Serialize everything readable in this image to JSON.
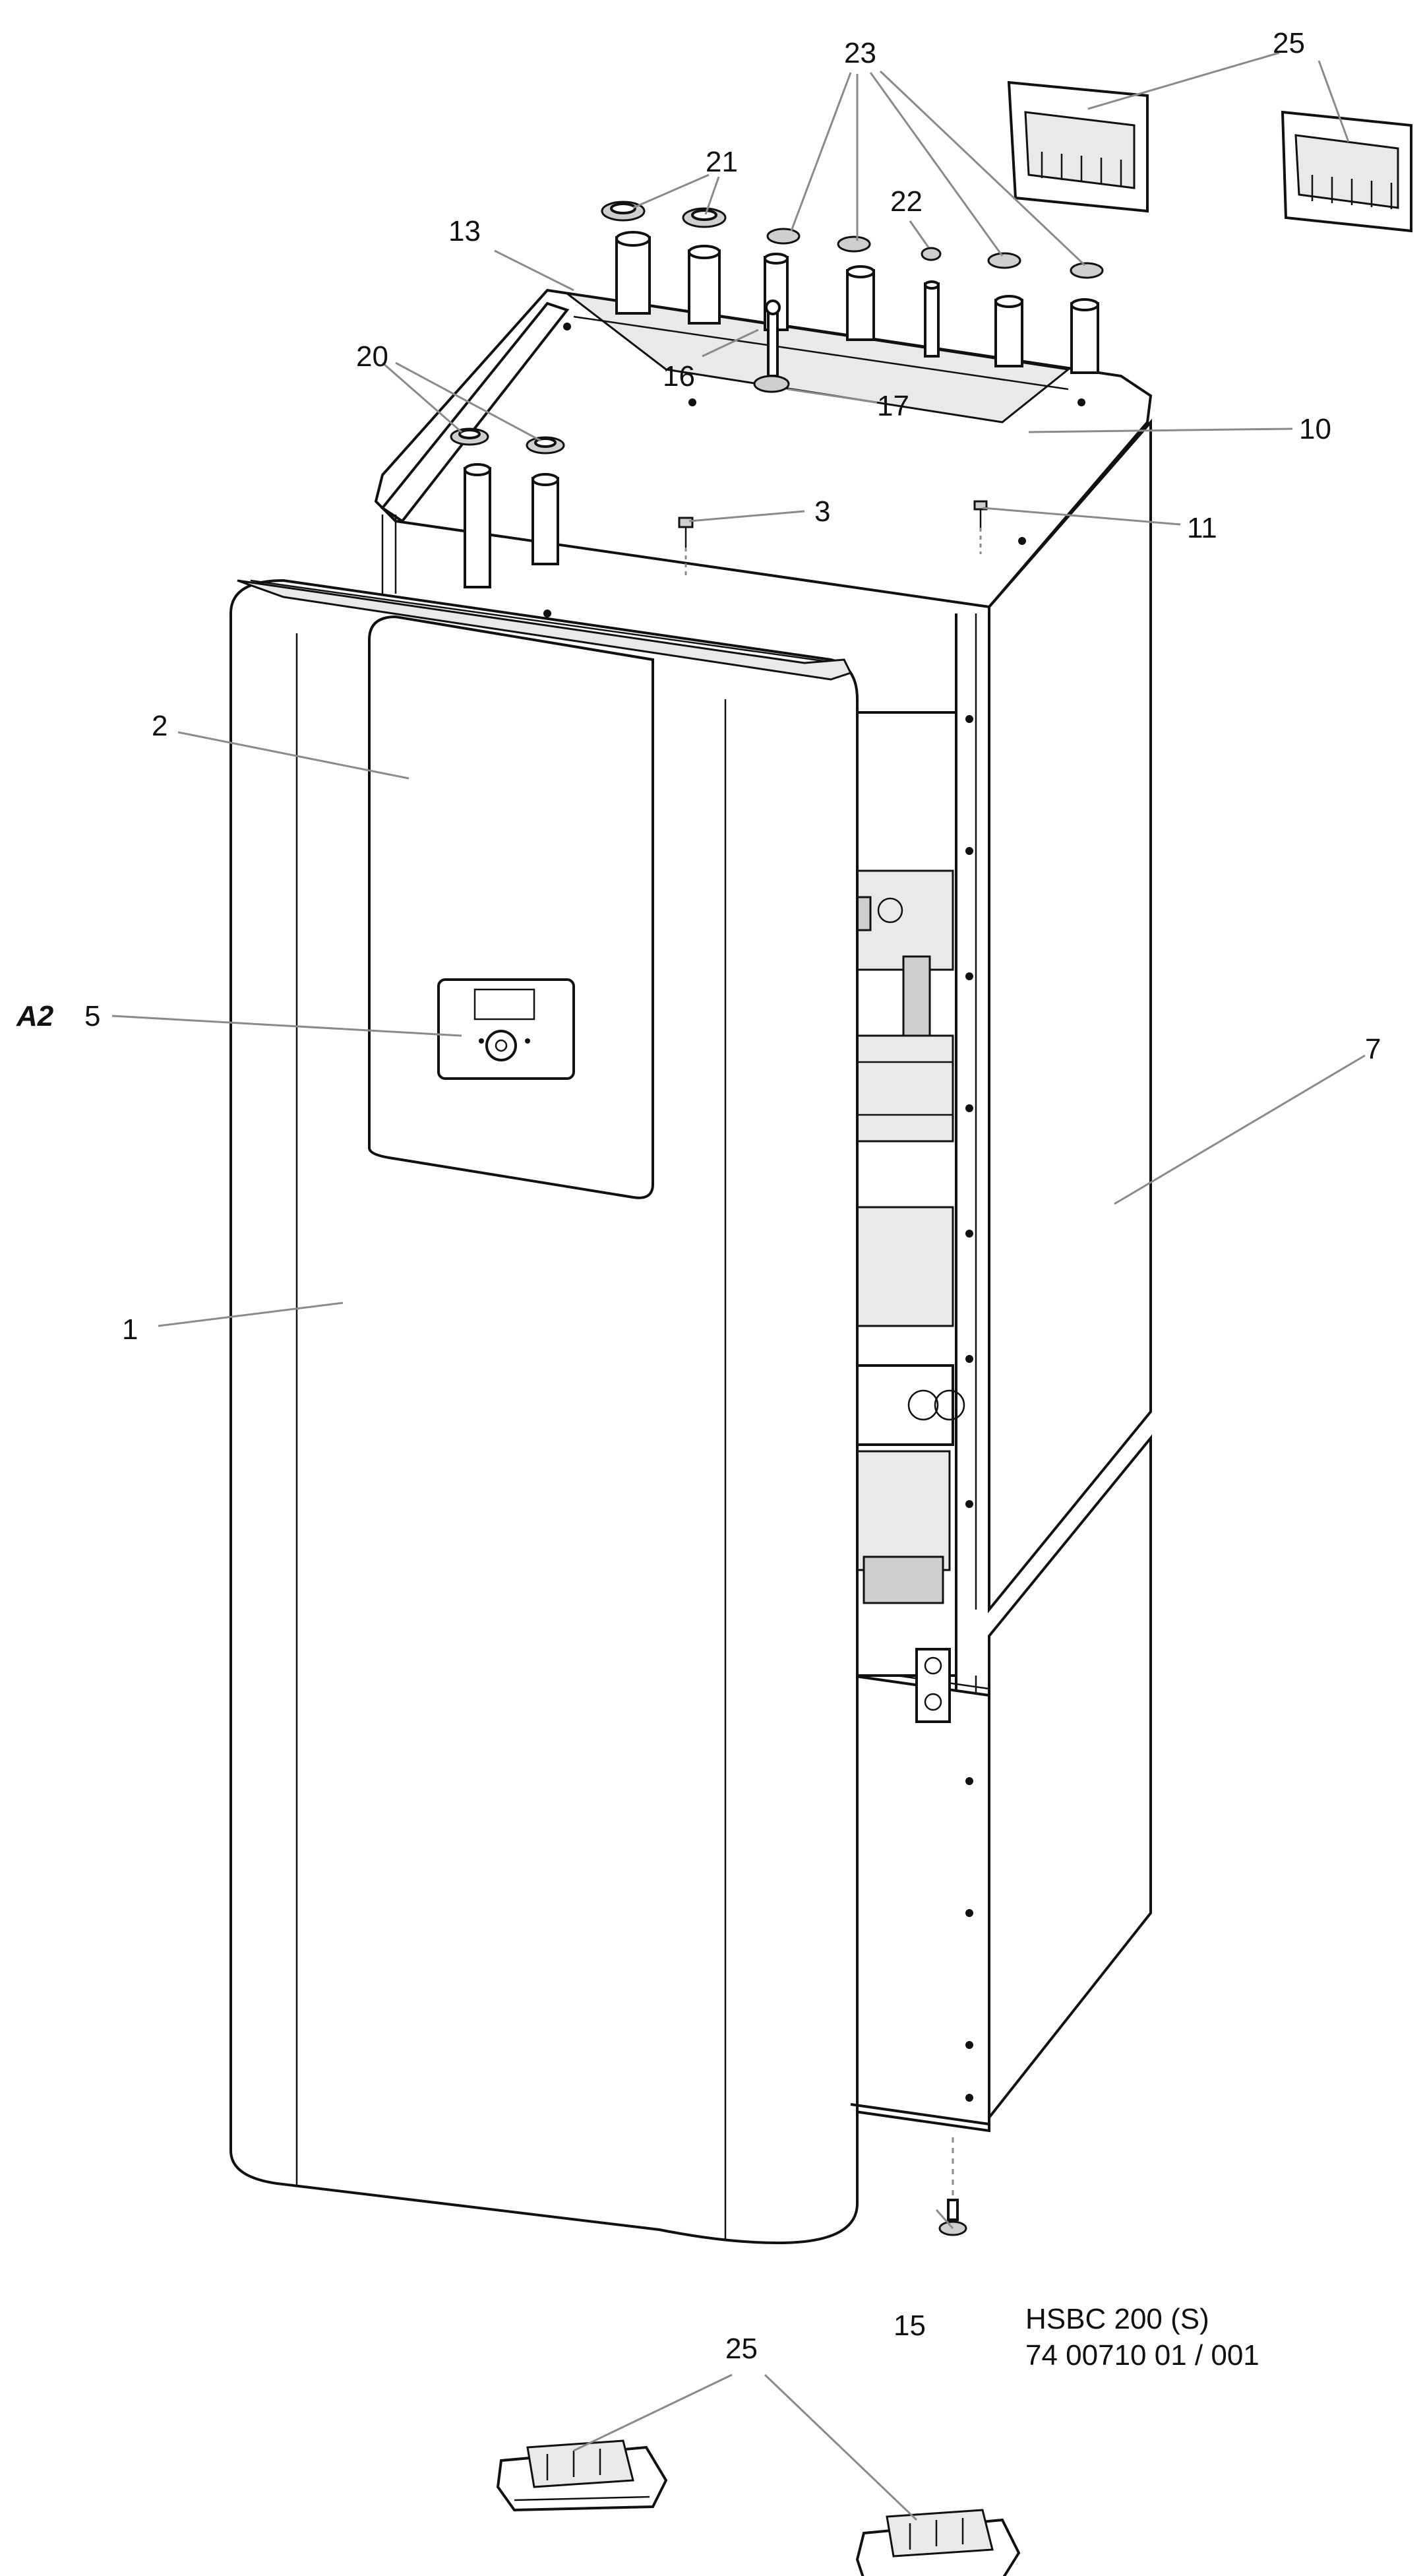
{
  "labels": {
    "l1": "1",
    "l2": "2",
    "l3": "3",
    "l5": "5",
    "l7": "7",
    "l10": "10",
    "l11": "11",
    "l13": "13",
    "l15": "15",
    "l16": "16",
    "l17": "17",
    "l20": "20",
    "l21": "21",
    "l22": "22",
    "l23": "23",
    "l25_top": "25",
    "l25_bottom": "25",
    "a2": "A2"
  },
  "caption": {
    "model": "HSBC 200 (S)",
    "part_number": "74 00710 01 / 001"
  }
}
